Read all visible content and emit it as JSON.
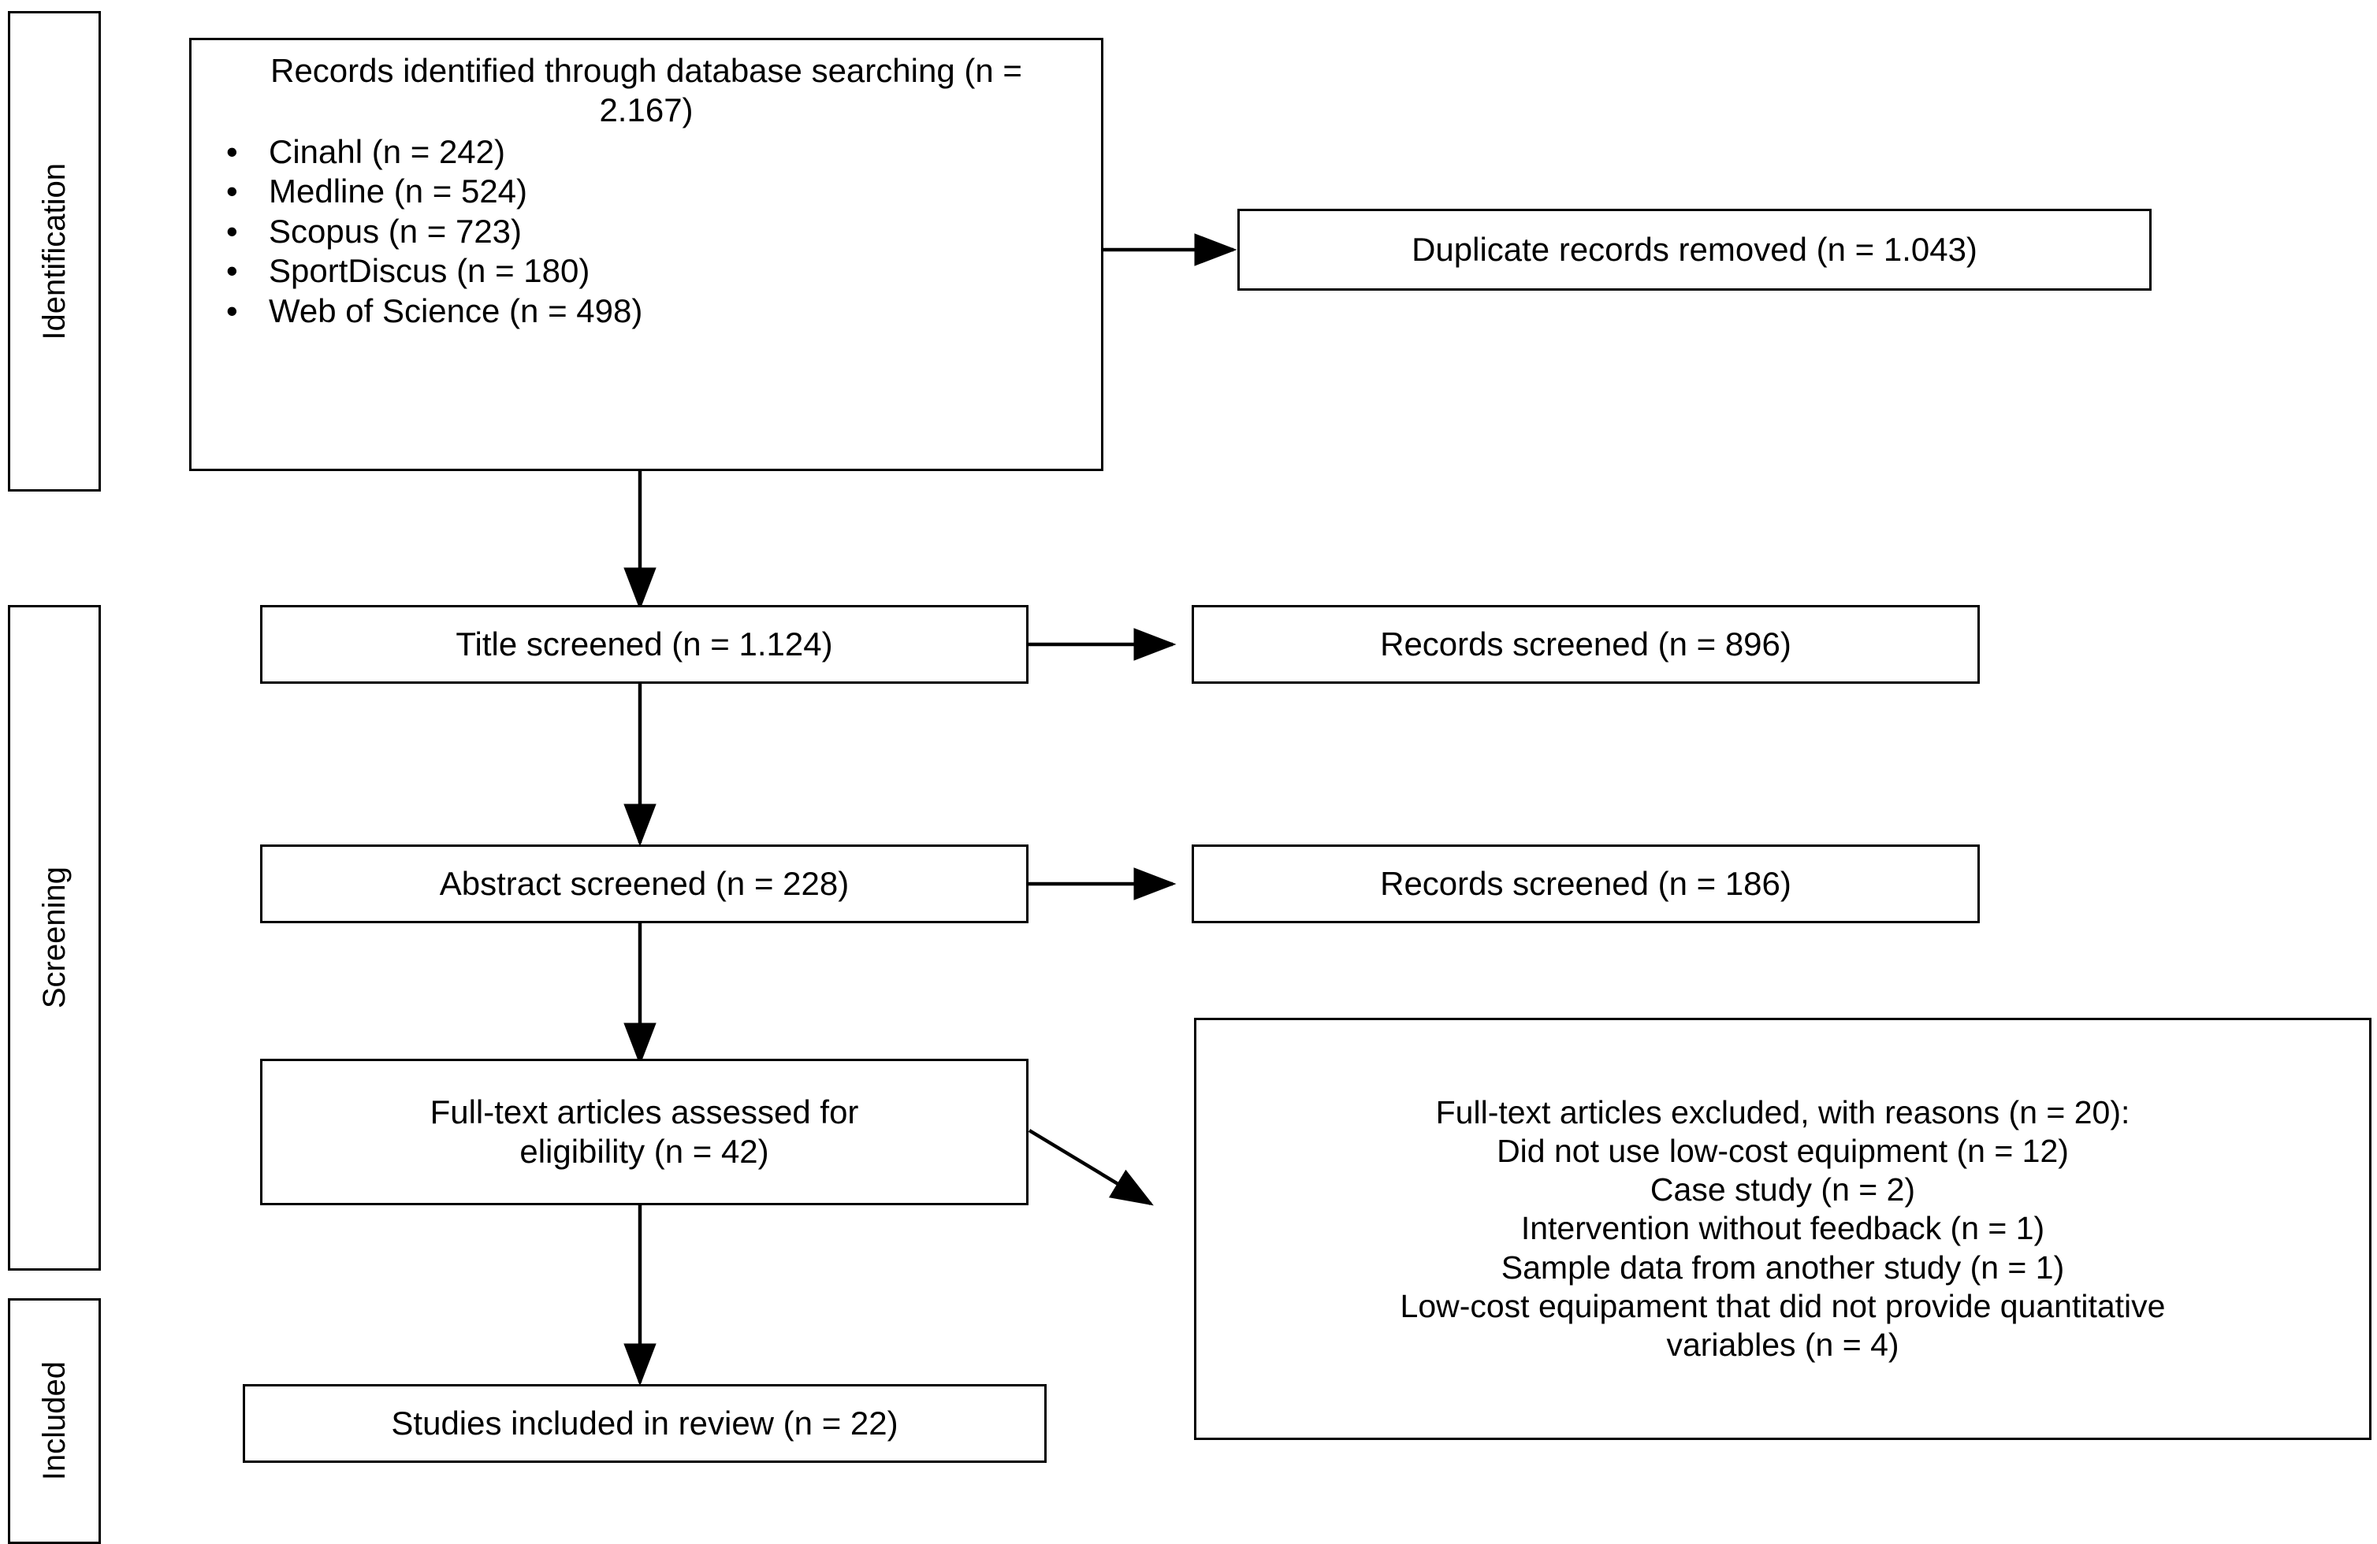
{
  "diagram": {
    "type": "prisma-flow-diagram",
    "phases": [
      {
        "id": "identification",
        "label": "Identification"
      },
      {
        "id": "screening",
        "label": "Screening"
      },
      {
        "id": "included",
        "label": "Included"
      }
    ],
    "nodes": {
      "records_identified": {
        "title": "Records identified through database searching (n = 2.167)",
        "bullet_glyph": "•",
        "sources": [
          "Cinahl (n = 242)",
          "Medline (n = 524)",
          "Scopus (n = 723)",
          "SportDiscus (n = 180)",
          "Web of Science (n = 498)"
        ]
      },
      "duplicates_removed": {
        "text": "Duplicate records removed (n = 1.043)"
      },
      "title_screened": {
        "text": "Title screened (n = 1.124)"
      },
      "records_screened_1": {
        "text": "Records screened (n = 896)"
      },
      "abstract_screened": {
        "text": "Abstract screened (n = 228)"
      },
      "records_screened_2": {
        "text": "Records screened (n = 186)"
      },
      "fulltext_assessed": {
        "line1": "Full-text articles assessed for",
        "line2": "eligibility (n = 42)"
      },
      "fulltext_excluded": {
        "lines": [
          "Full-text articles excluded, with reasons (n = 20):",
          "Did not use low-cost equipment (n = 12)",
          "Case study (n = 2)",
          "Intervention without feedback (n = 1)",
          "Sample data from another study (n = 1)",
          "Low-cost equipament that did not provide quantitative",
          "variables (n = 4)"
        ]
      },
      "studies_included": {
        "text": "Studies included in review (n = 22)"
      }
    },
    "counts": {
      "identified_total": 2167,
      "cinahl": 242,
      "medline": 524,
      "scopus": 723,
      "sportdiscus": 180,
      "web_of_science": 498,
      "duplicates_removed": 1043,
      "title_screened": 1124,
      "records_screened_after_title": 896,
      "abstract_screened": 228,
      "records_screened_after_abstract": 186,
      "fulltext_assessed": 42,
      "fulltext_excluded": 20,
      "excluded_not_low_cost": 12,
      "excluded_case_study": 2,
      "excluded_no_feedback": 1,
      "excluded_sample_from_other_study": 1,
      "excluded_no_quantitative_variables": 4,
      "studies_included": 22
    },
    "colors": {
      "stroke": "#000000",
      "background": "#ffffff",
      "text": "#000000"
    }
  }
}
